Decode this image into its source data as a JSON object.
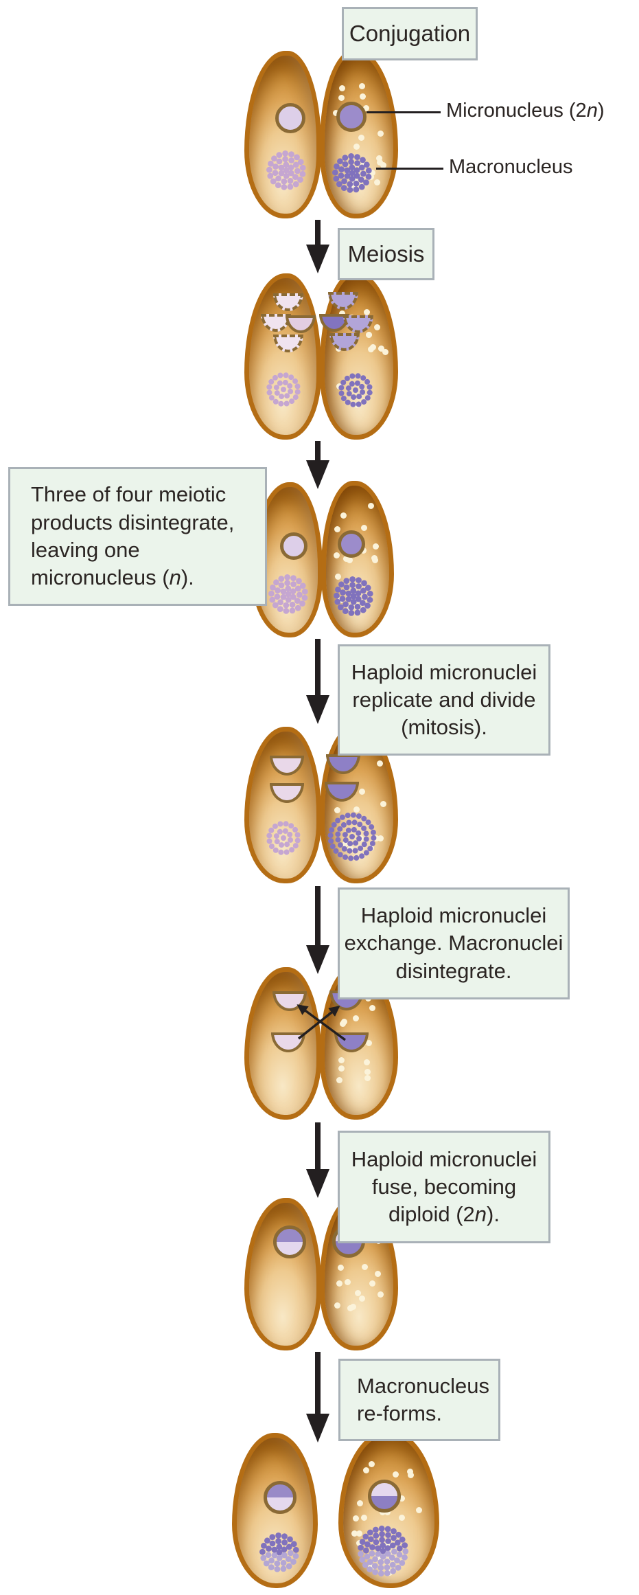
{
  "colors": {
    "box_bg": "#ebf4eb",
    "box_border": "#a9b1b7",
    "text": "#2b2523",
    "arrow": "#231f20",
    "cell_border": "#b46d14",
    "cell_fill_light": "#f8e8c6",
    "cell_fill_orange": "#dca455",
    "cell_fill_deep": "#aa6717",
    "nucleus_ring": "#8a6a35",
    "micro_pale": "#ddcfe9",
    "micro_purple": "#9c8ccb",
    "macro_pink": "#c5a6d1",
    "macro_purple": "#8072bd",
    "macro_purple_light": "#b3a6d4",
    "speck": "#fbf3da"
  },
  "stages": [
    {
      "name": "conjugation",
      "label": {
        "text": "Conjugation"
      }
    },
    {
      "name": "meiosis",
      "label": {
        "text": "Meiosis"
      }
    },
    {
      "name": "meiotic-products-disintegrate",
      "label": {
        "before": "Three of four meiotic\nproducts disintegrate,\nleaving one\nmicronucleus (",
        "italic": "n",
        "after": ")."
      }
    },
    {
      "name": "mitosis",
      "label": {
        "text": "Haploid micronuclei\nreplicate and divide\n(mitosis)."
      }
    },
    {
      "name": "exchange",
      "label": {
        "text": "Haploid micronuclei\nexchange. Macronuclei\ndisintegrate."
      }
    },
    {
      "name": "fuse",
      "label": {
        "before": "Haploid micronuclei\nfuse, becoming\ndiploid (2",
        "italic": "n",
        "after": ")."
      }
    },
    {
      "name": "macronucleus-reforms",
      "label": {
        "text": "Macronucleus\nre-forms."
      }
    }
  ],
  "annotations": {
    "micronucleus": {
      "before": "Micronucleus (2",
      "italic": "n",
      "after": ")"
    },
    "macronucleus": {
      "text": "Macronucleus"
    }
  }
}
